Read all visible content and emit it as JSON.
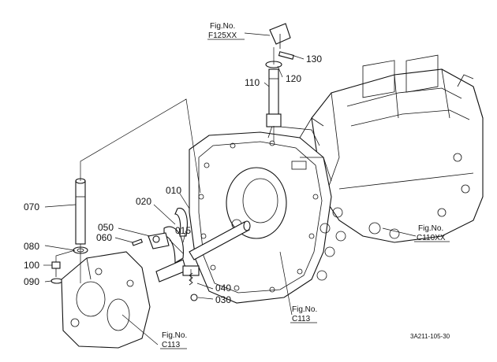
{
  "diagram": {
    "part_numbers": {
      "p010": "010",
      "p015": "015",
      "p020": "020",
      "p030": "030",
      "p040": "040",
      "p050": "050",
      "p060": "060",
      "p070": "070",
      "p080": "080",
      "p090": "090",
      "p100": "100",
      "p110": "110",
      "p120": "120",
      "p130": "130"
    },
    "figure_refs": {
      "top": {
        "line1": "Fig.No.",
        "line2": "F125XX"
      },
      "right": {
        "line1": "Fig.No.",
        "line2": "C110XX"
      },
      "center": {
        "line1": "Fig.No.",
        "line2": "C113"
      },
      "bottom_left": {
        "line1": "Fig.No.",
        "line2": "C113"
      }
    },
    "document_code": "3A211-105-30"
  }
}
